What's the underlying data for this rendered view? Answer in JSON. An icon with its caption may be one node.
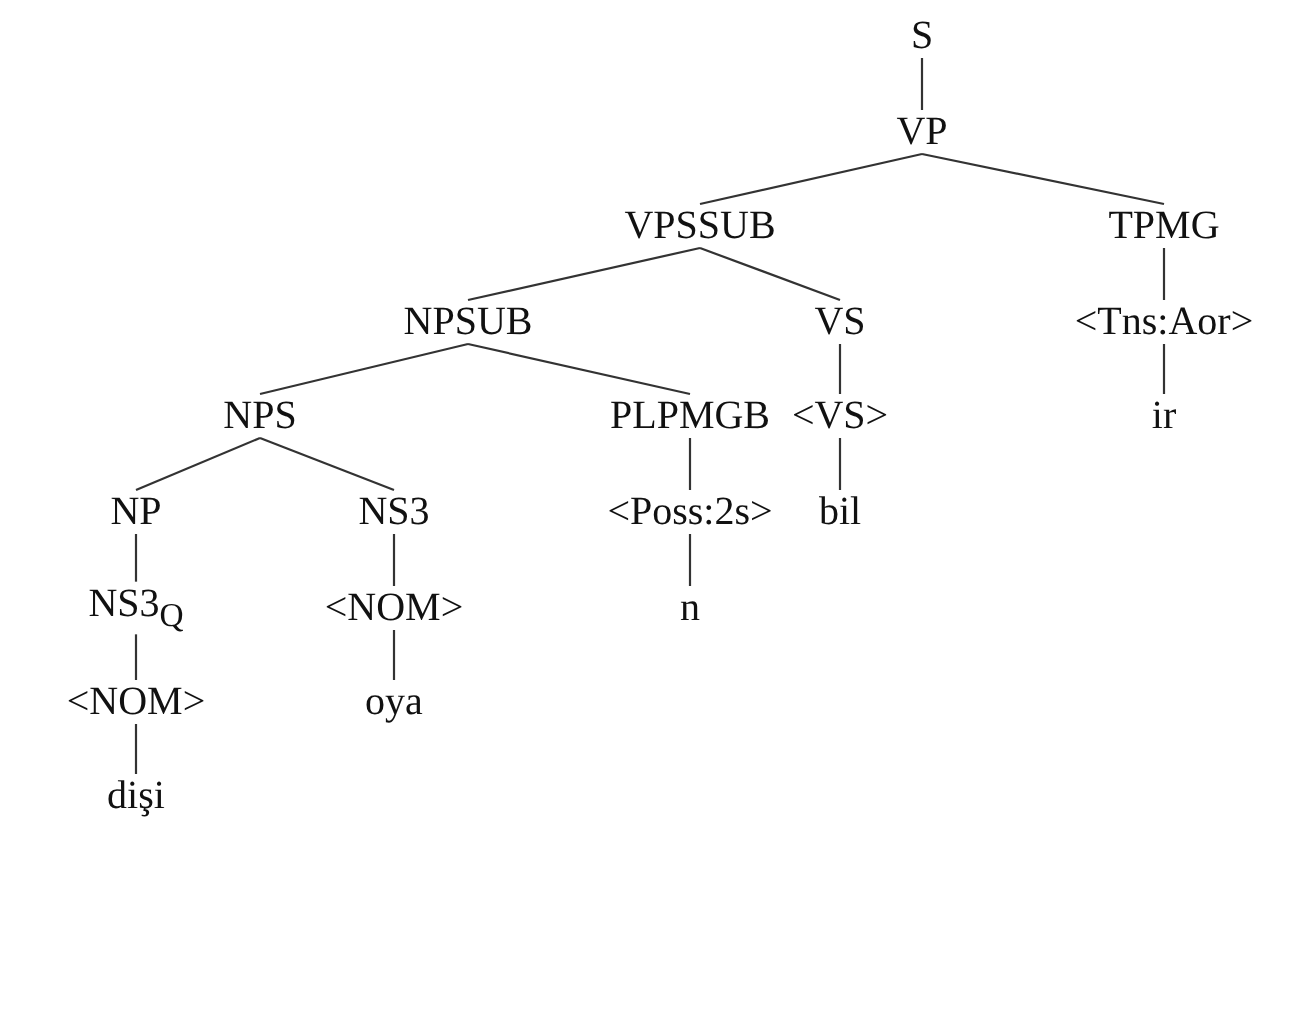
{
  "diagram": {
    "nodes": [
      {
        "text": [
          "S"
        ]
      },
      {
        "text": [
          "VP"
        ]
      },
      {
        "text": [
          "VPSSUB"
        ]
      },
      {
        "text": [
          "TPMG"
        ]
      },
      {
        "text": [
          "NPSUB"
        ]
      },
      {
        "text": [
          "VS"
        ]
      },
      {
        "text": [
          "<Tns:Aor>"
        ]
      },
      {
        "text": [
          "NPS"
        ]
      },
      {
        "text": [
          "PLPMGB"
        ]
      },
      {
        "text": [
          "<VS>"
        ]
      },
      {
        "text": [
          "ir"
        ]
      },
      {
        "text": [
          "NP"
        ]
      },
      {
        "text": [
          "NS3"
        ]
      },
      {
        "text": [
          "<Poss:2s>"
        ]
      },
      {
        "text": [
          "bil"
        ]
      },
      {
        "text": [
          "NS3$_{Q}$"
        ]
      },
      {
        "text": [
          "<NOM>"
        ]
      },
      {
        "text": [
          "n"
        ]
      },
      {
        "text": [
          "<NOM>"
        ]
      },
      {
        "text": [
          "oya"
        ]
      },
      {
        "text": [
          "dişi"
        ]
      }
    ],
    "edges": [
      {
        "from": 0,
        "to": 1,
        "arrow": "none"
      },
      {
        "from": 1,
        "to": 2,
        "arrow": "none"
      },
      {
        "from": 1,
        "to": 3,
        "arrow": "none"
      },
      {
        "from": 2,
        "to": 4,
        "arrow": "none"
      },
      {
        "from": 2,
        "to": 5,
        "arrow": "none"
      },
      {
        "from": 3,
        "to": 6,
        "arrow": "none"
      },
      {
        "from": 4,
        "to": 7,
        "arrow": "none"
      },
      {
        "from": 4,
        "to": 8,
        "arrow": "none"
      },
      {
        "from": 5,
        "to": 9,
        "arrow": "none"
      },
      {
        "from": 6,
        "to": 10,
        "arrow": "none"
      },
      {
        "from": 7,
        "to": 11,
        "arrow": "none"
      },
      {
        "from": 7,
        "to": 12,
        "arrow": "none"
      },
      {
        "from": 8,
        "to": 13,
        "arrow": "none"
      },
      {
        "from": 9,
        "to": 14,
        "arrow": "none"
      },
      {
        "from": 11,
        "to": 15,
        "arrow": "none"
      },
      {
        "from": 12,
        "to": 16,
        "arrow": "none"
      },
      {
        "from": 13,
        "to": 17,
        "arrow": "none"
      },
      {
        "from": 15,
        "to": 18,
        "arrow": "none"
      },
      {
        "from": 16,
        "to": 19,
        "arrow": "none"
      },
      {
        "from": 18,
        "to": 20,
        "arrow": "none"
      }
    ]
  }
}
